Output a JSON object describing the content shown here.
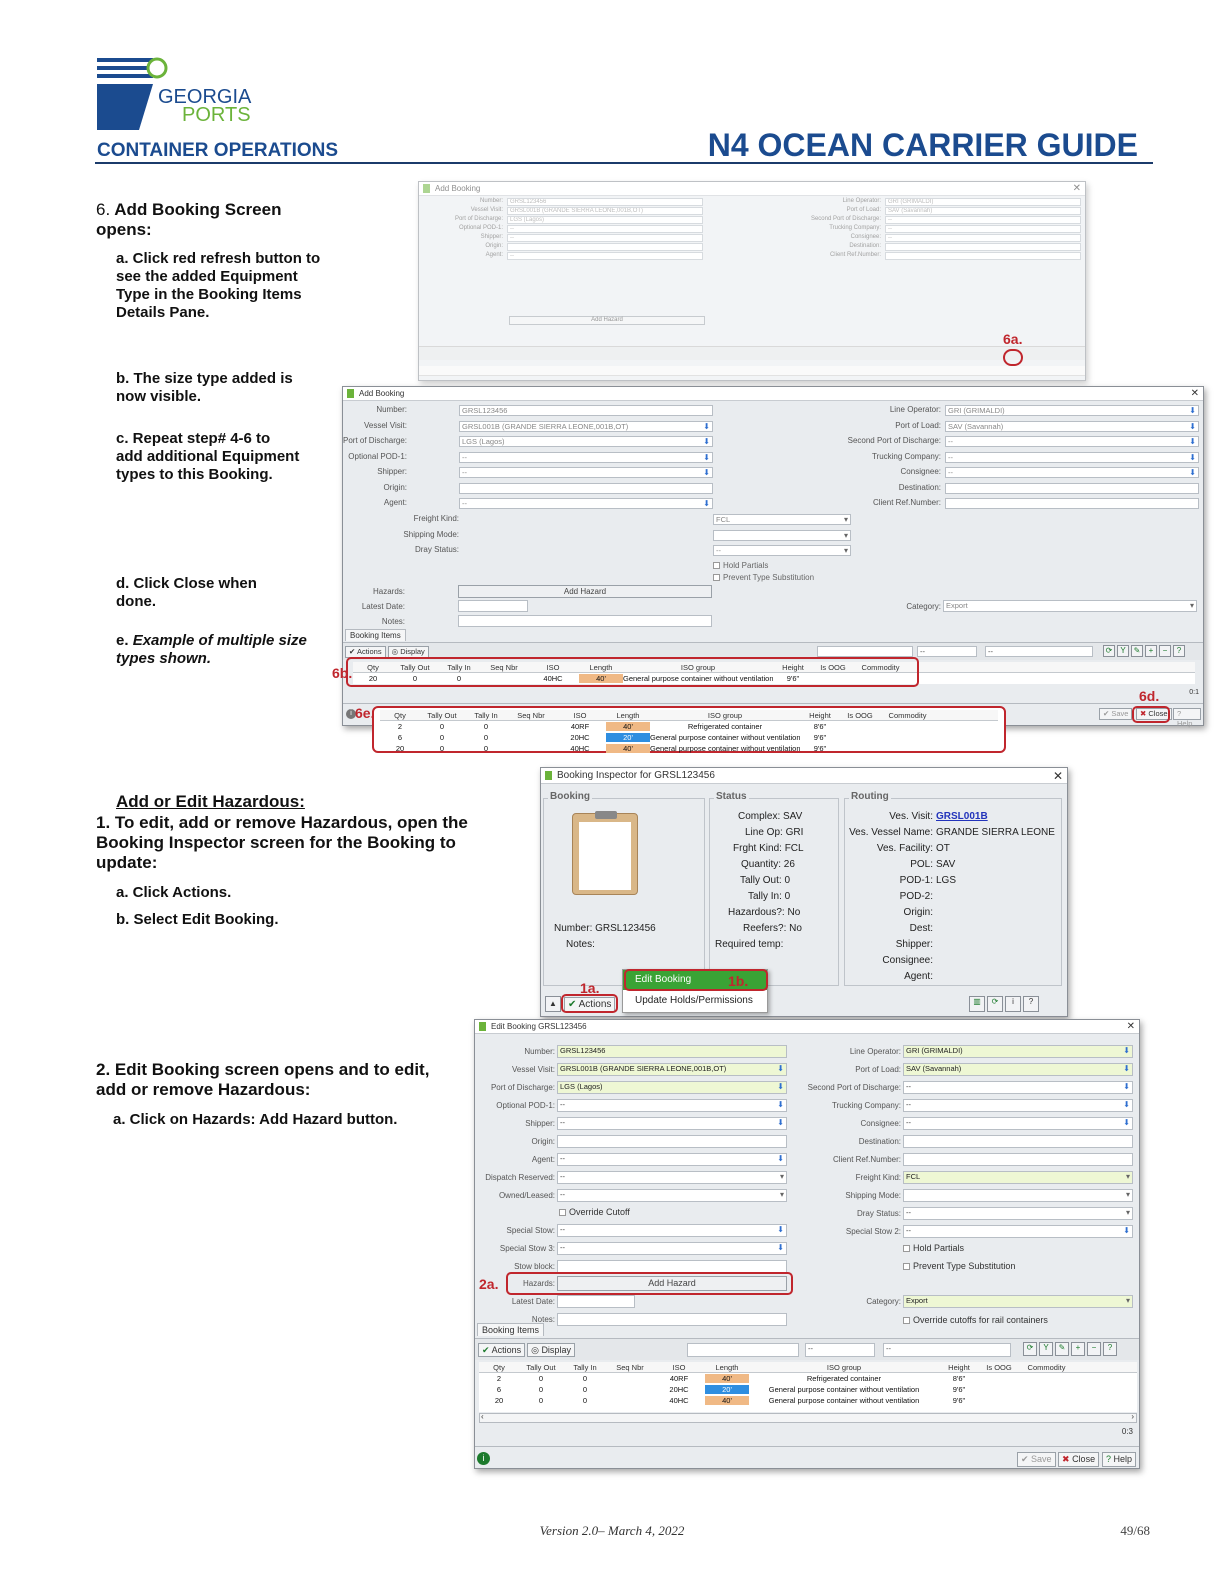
{
  "header": {
    "logo_line1": "GEORGIA",
    "logo_line2": "PORTS",
    "section": "CONTAINER OPERATIONS",
    "title": "N4 OCEAN CARRIER GUIDE"
  },
  "steps": {
    "s6_num": "6.",
    "s6_title": "Add Booking Screen opens:",
    "s6a": "a. Click red refresh button to see the added Equipment Type in the Booking Items Details Pane.",
    "s6b": "b. The size type added is now visible.",
    "s6c": "c. Repeat step# 4-6 to add additional Equipment types to this Booking.",
    "s6d": "d. Click Close when done.",
    "s6e_prefix": "e.",
    "s6e": "Example of multiple size types shown.",
    "haz_heading": "Add or Edit Hazardous:",
    "h1": "1. To edit, add or remove Hazardous, open the Booking Inspector screen for the Booking to update:",
    "h1a": "a. Click Actions.",
    "h1b": "b. Select Edit Booking.",
    "h2": "2. Edit Booking screen opens and to edit, add or remove Hazardous:",
    "h2a": "a. Click on Hazards: Add Hazard button."
  },
  "callouts": {
    "c6a": "6a.",
    "c6b": "6b.",
    "c6d": "6d.",
    "c6e": "6e.",
    "c1a": "1a.",
    "c1b": "1b.",
    "c2a": "2a."
  },
  "add_booking": {
    "title": "Add Booking",
    "left_labels": [
      "Number:",
      "Vessel Visit:",
      "Port of Discharge:",
      "Optional POD-1:",
      "Shipper:",
      "Origin:",
      "Agent:"
    ],
    "left_values": [
      "GRSL123456",
      "GRSL001B (GRANDE SIERRA LEONE,001B,OT)",
      "LGS (Lagos)",
      "--",
      "--",
      "",
      "--"
    ],
    "right_labels": [
      "Line Operator:",
      "Port of Load:",
      "Second Port of Discharge:",
      "Trucking Company:",
      "Consignee:",
      "Destination:",
      "Client Ref.Number:"
    ],
    "right_values": [
      "GRI (GRIMALDI)",
      "SAV (Savannah)",
      "--",
      "--",
      "--",
      "",
      ""
    ],
    "mid_labels": [
      "Freight Kind:",
      "Shipping Mode:",
      "Dray Status:"
    ],
    "mid_values": [
      "FCL",
      "",
      "--"
    ],
    "hold_partials": "Hold Partials",
    "prevent_sub": "Prevent Type Substitution",
    "hazards_label": "Hazards:",
    "add_hazard": "Add Hazard",
    "latest_date": "Latest Date:",
    "notes": "Notes:",
    "category_label": "Category:",
    "category_value": "Export",
    "tab": "Booking Items",
    "actions": "Actions",
    "display": "Display",
    "dd1": "--",
    "dd2": "--",
    "count": "0:1",
    "save": "Save",
    "close": "Close",
    "help": "Help"
  },
  "grid": {
    "headers": [
      "Qty",
      "Tally Out",
      "Tally In",
      "Seq Nbr",
      "ISO",
      "Length",
      "ISO group",
      "Height",
      "Is OOG",
      "Commodity"
    ],
    "single_row": [
      "20",
      "0",
      "0",
      "",
      "40HC",
      "40'",
      "General purpose container without ventilation",
      "9'6\"",
      "",
      ""
    ],
    "rows": [
      [
        "2",
        "0",
        "0",
        "",
        "40RF",
        "40'",
        "Refrigerated container",
        "8'6\"",
        "",
        ""
      ],
      [
        "6",
        "0",
        "0",
        "",
        "20HC",
        "20'",
        "General purpose container without ventilation",
        "9'6\"",
        "",
        ""
      ],
      [
        "20",
        "0",
        "0",
        "",
        "40HC",
        "40'",
        "General purpose container without ventilation",
        "9'6\"",
        "",
        ""
      ]
    ]
  },
  "inspector": {
    "title": "Booking Inspector for GRSL123456",
    "booking_grp": "Booking",
    "status_grp": "Status",
    "routing_grp": "Routing",
    "number": "Number: GRSL123456",
    "notes": "Notes:",
    "status": [
      "Complex: SAV",
      "Line Op: GRI",
      "Frght Kind: FCL",
      "Quantity: 26",
      "Tally Out: 0",
      "Tally In: 0",
      "Hazardous?: No",
      "Reefers?: No",
      "Required temp:"
    ],
    "routing_labels": [
      "Ves. Visit:",
      "Ves. Vessel Name:",
      "Ves. Facility:",
      "POL:",
      "POD-1:",
      "POD-2:",
      "Origin:",
      "Dest:",
      "Shipper:",
      "Consignee:",
      "Agent:"
    ],
    "routing_values": [
      "GRSL001B",
      "GRANDE SIERRA LEONE",
      "OT",
      "SAV",
      "LGS",
      "",
      "",
      "",
      "",
      "",
      ""
    ],
    "actions": "Actions",
    "menu_edit": "Edit Booking",
    "menu_update": "Update Holds/Permissions"
  },
  "edit_booking": {
    "title": "Edit Booking GRSL123456",
    "left_labels": [
      "Number:",
      "Vessel Visit:",
      "Port of Discharge:",
      "Optional POD-1:",
      "Shipper:",
      "Origin:",
      "Agent:",
      "Dispatch Reserved:",
      "Owned/Leased:"
    ],
    "left_values": [
      "GRSL123456",
      "GRSL001B (GRANDE SIERRA LEONE,001B,OT)",
      "LGS (Lagos)",
      "--",
      "--",
      "",
      "--",
      "--",
      "--"
    ],
    "right_labels": [
      "Line Operator:",
      "Port of Load:",
      "Second Port of Discharge:",
      "Trucking Company:",
      "Consignee:",
      "Destination:",
      "Client Ref.Number:",
      "Freight Kind:",
      "Shipping Mode:",
      "Dray Status:",
      "Special Stow 2:"
    ],
    "right_values": [
      "GRI (GRIMALDI)",
      "SAV (Savannah)",
      "--",
      "--",
      "--",
      "",
      "",
      "FCL",
      "",
      "--",
      "--"
    ],
    "override_cutoff": "Override Cutoff",
    "special_stow": "Special Stow:",
    "special_stow3": "Special Stow 3:",
    "stow_block": "Stow block:",
    "stow_values": [
      "--",
      "--",
      ""
    ],
    "hold_partials": "Hold Partials",
    "prevent_sub": "Prevent Type Substitution",
    "hazards_label": "Hazards:",
    "add_hazard": "Add Hazard",
    "latest_date": "Latest Date:",
    "notes": "Notes:",
    "category_label": "Category:",
    "category_value": "Export",
    "override_reefer": "Override cutoffs for rail containers",
    "tab": "Booking Items",
    "actions": "Actions",
    "display": "Display",
    "dd1": "--",
    "dd2": "--",
    "count": "0:3",
    "save": "Save",
    "close": "Close",
    "help": "Help"
  },
  "footer": {
    "version": "Version 2.0– March 4, 2022",
    "page": "49/68"
  },
  "colors": {
    "brand_blue": "#1b4b8f",
    "brand_green": "#6bb33a",
    "callout_red": "#c0262d",
    "menu_green": "#3aa335"
  }
}
